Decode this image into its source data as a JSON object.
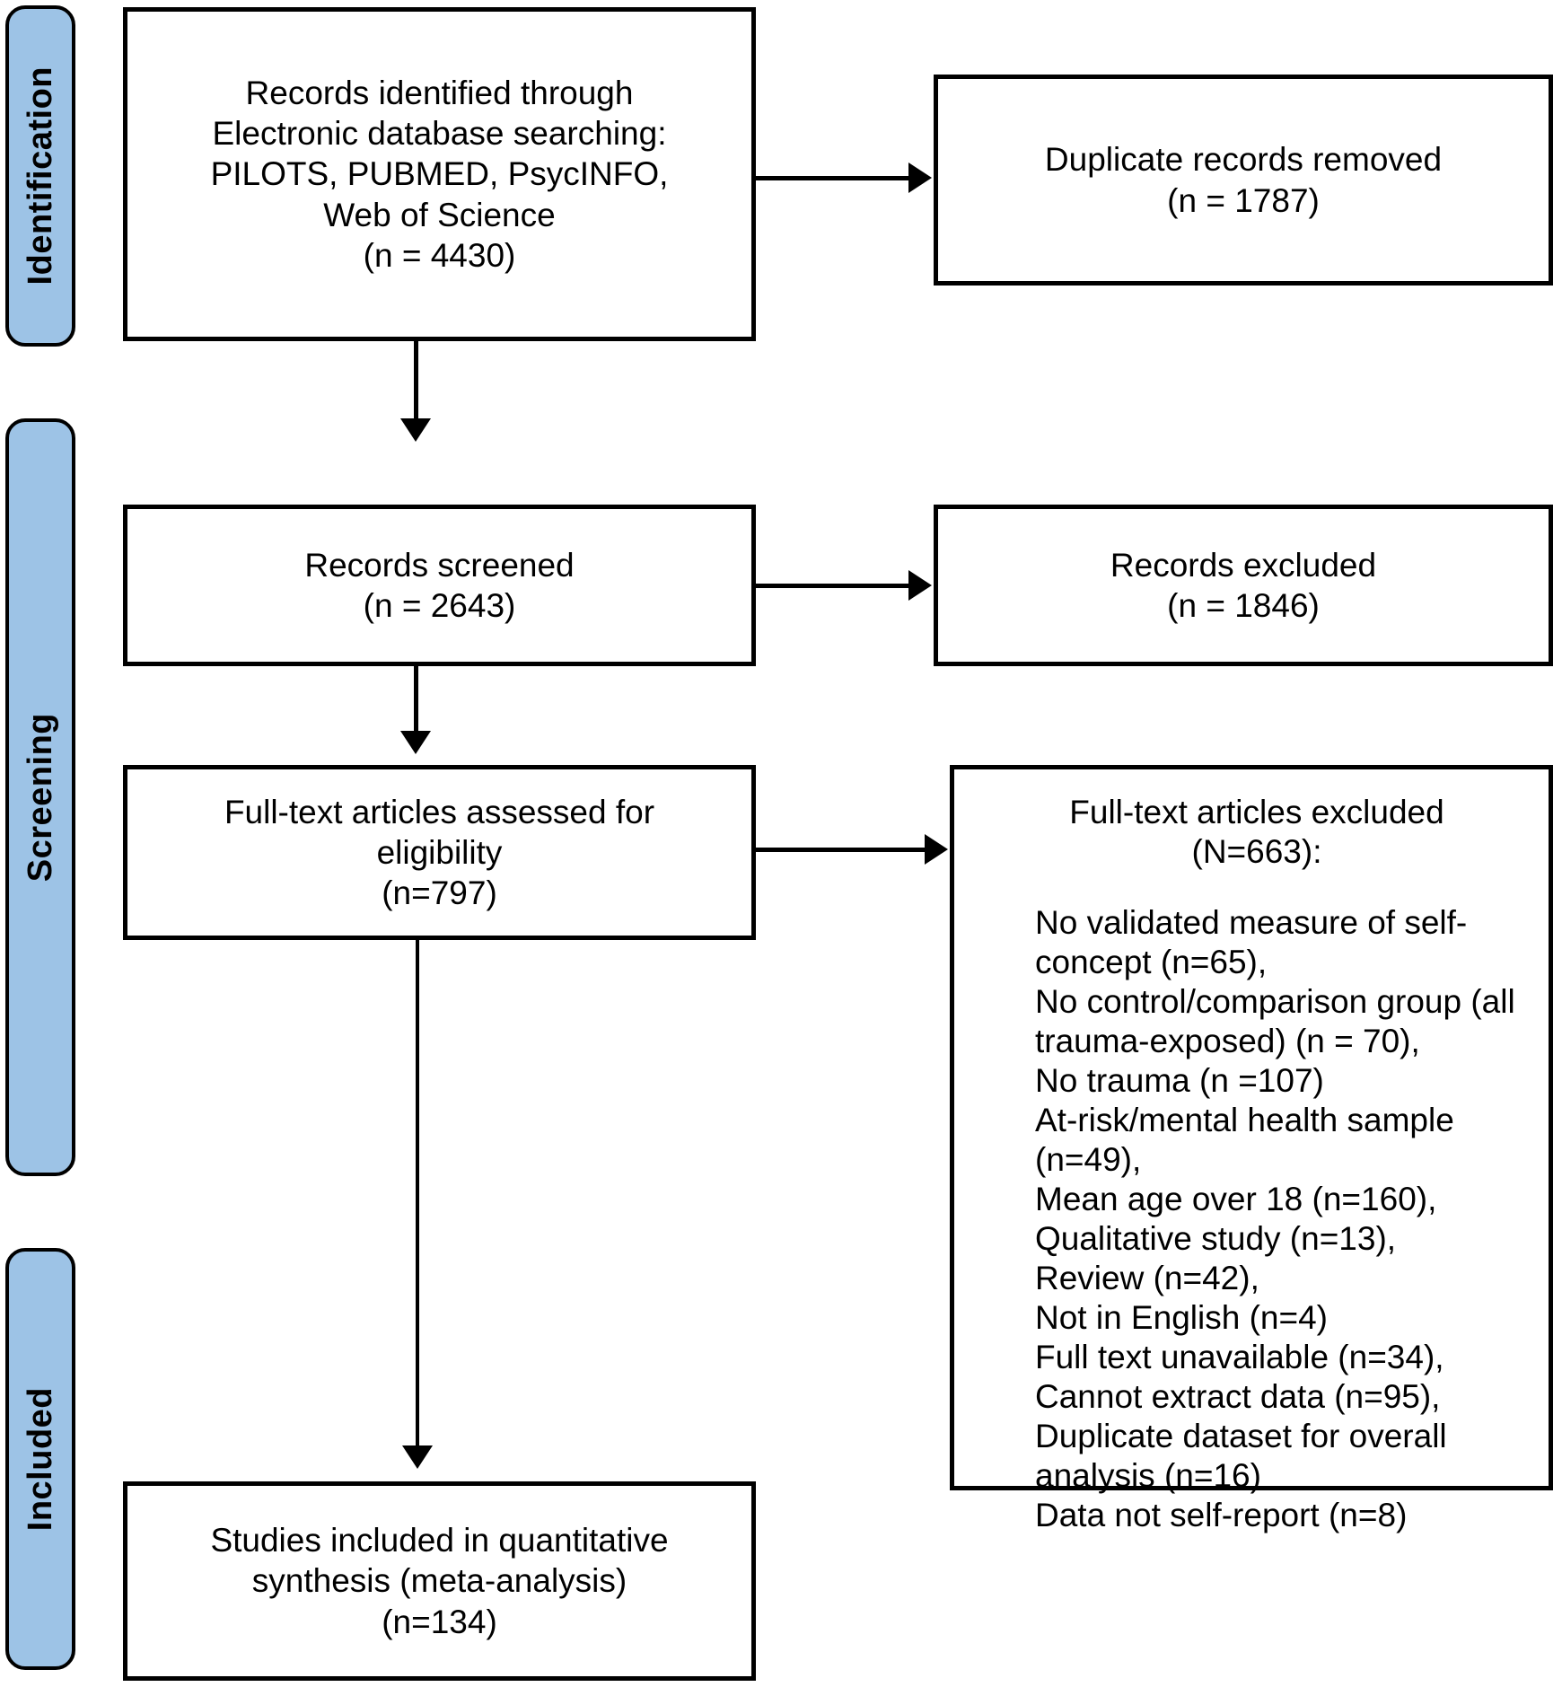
{
  "diagram": {
    "title": "PRISMA flow diagram",
    "accent_color": "#9dc3e6",
    "line_color": "#000000",
    "background": "#ffffff"
  },
  "stages": [
    {
      "id": "identification",
      "label": "Identification"
    },
    {
      "id": "screening",
      "label": "Screening"
    },
    {
      "id": "included",
      "label": "Included"
    }
  ],
  "boxes": {
    "identified": {
      "text": "Records identified through\nElectronic database searching:\nPILOTS, PUBMED, PsycINFO,\nWeb of Science\n(n = 4430)"
    },
    "duplicates_removed": {
      "text": "Duplicate records removed\n(n = 1787)"
    },
    "records_screened": {
      "text": "Records screened\n(n = 2643)"
    },
    "records_excluded": {
      "text": "Records excluded\n(n = 1846)"
    },
    "fulltext_assessed": {
      "text": "Full-text articles assessed for\neligibility\n(n=797)"
    },
    "fulltext_excluded": {
      "heading": "Full-text articles excluded\n(N=663):",
      "reasons": "No validated measure of self-\nconcept (n=65),\nNo control/comparison group (all\ntrauma-exposed) (n = 70),\nNo trauma (n =107)\nAt-risk/mental health sample\n(n=49),\nMean age over 18 (n=160),\nQualitative study (n=13),\nReview (n=42),\nNot in English (n=4)\nFull text unavailable (n=34),\nCannot extract data (n=95),\nDuplicate dataset for overall\nanalysis (n=16)\nData not self-report (n=8)"
    },
    "included_studies": {
      "text": "Studies included in quantitative\nsynthesis (meta-analysis)\n(n=134)"
    }
  },
  "chart_data": {
    "type": "diagram",
    "title": "PRISMA flow diagram",
    "nodes": [
      {
        "id": "identified",
        "stage": "Identification",
        "label": "Records identified through Electronic database searching: PILOTS, PUBMED, PsycINFO, Web of Science",
        "n": 4430
      },
      {
        "id": "duplicates_removed",
        "stage": "Identification",
        "label": "Duplicate records removed",
        "n": 1787
      },
      {
        "id": "records_screened",
        "stage": "Screening",
        "label": "Records screened",
        "n": 2643
      },
      {
        "id": "records_excluded",
        "stage": "Screening",
        "label": "Records excluded",
        "n": 1846
      },
      {
        "id": "fulltext_assessed",
        "stage": "Screening",
        "label": "Full-text articles assessed for eligibility",
        "n": 797
      },
      {
        "id": "fulltext_excluded",
        "stage": "Screening",
        "label": "Full-text articles excluded",
        "n": 663
      },
      {
        "id": "included_studies",
        "stage": "Included",
        "label": "Studies included in quantitative synthesis (meta-analysis)",
        "n": 134
      }
    ],
    "exclusion_reasons": [
      {
        "reason": "No validated measure of self-concept",
        "n": 65
      },
      {
        "reason": "No control/comparison group (all trauma-exposed)",
        "n": 70
      },
      {
        "reason": "No trauma",
        "n": 107
      },
      {
        "reason": "At-risk/mental health sample",
        "n": 49
      },
      {
        "reason": "Mean age over 18",
        "n": 160
      },
      {
        "reason": "Qualitative study",
        "n": 13
      },
      {
        "reason": "Review",
        "n": 42
      },
      {
        "reason": "Not in English",
        "n": 4
      },
      {
        "reason": "Full text unavailable",
        "n": 34
      },
      {
        "reason": "Cannot extract data",
        "n": 95
      },
      {
        "reason": "Duplicate dataset for overall analysis",
        "n": 16
      },
      {
        "reason": "Data not self-report",
        "n": 8
      }
    ],
    "edges": [
      {
        "from": "identified",
        "to": "duplicates_removed",
        "direction": "right"
      },
      {
        "from": "identified",
        "to": "records_screened",
        "direction": "down"
      },
      {
        "from": "records_screened",
        "to": "records_excluded",
        "direction": "right"
      },
      {
        "from": "records_screened",
        "to": "fulltext_assessed",
        "direction": "down"
      },
      {
        "from": "fulltext_assessed",
        "to": "fulltext_excluded",
        "direction": "right"
      },
      {
        "from": "fulltext_assessed",
        "to": "included_studies",
        "direction": "down"
      }
    ]
  }
}
